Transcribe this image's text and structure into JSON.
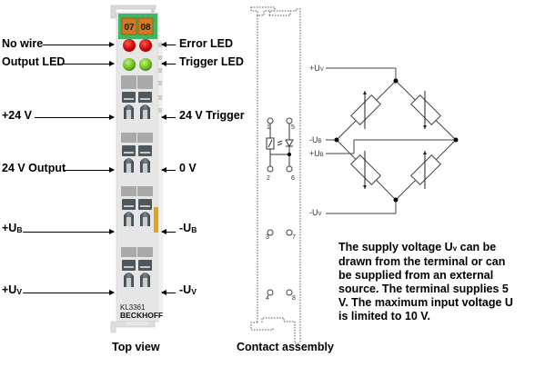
{
  "terminal": {
    "model": "KL3361",
    "brand": "BECKHOFF",
    "channel_labels": [
      "07",
      "08"
    ],
    "leds": {
      "top_row_color": "#d40d0d",
      "bottom_row_color": "#6fc31e"
    },
    "accent_color": "#e8a313",
    "header_color": "#3fb663",
    "label_block_color": "#d8781b"
  },
  "left_labels": [
    {
      "text": "No wire",
      "sub": ""
    },
    {
      "text": "Output LED",
      "sub": ""
    },
    {
      "text": "+24 V",
      "sub": ""
    },
    {
      "text": "24 V Output",
      "sub": ""
    },
    {
      "text": "+U",
      "sub": "B"
    },
    {
      "text": "+U",
      "sub": "V"
    }
  ],
  "right_labels": [
    {
      "text": "Error LED",
      "sub": ""
    },
    {
      "text": "Trigger LED",
      "sub": ""
    },
    {
      "text": "24 V Trigger",
      "sub": ""
    },
    {
      "text": "0 V",
      "sub": ""
    },
    {
      "text": "-U",
      "sub": "B"
    },
    {
      "text": "-U",
      "sub": "V"
    }
  ],
  "captions": {
    "top_view": "Top view",
    "contact_assembly": "Contact assembly"
  },
  "contact_pins": [
    "1",
    "2",
    "3",
    "4",
    "5",
    "6",
    "7",
    "8"
  ],
  "bridge_labels": {
    "plus_uv": "+U",
    "plus_uv_sub": "V",
    "minus_ub": "-U",
    "minus_ub_sub": "B",
    "plus_ub": "+U",
    "plus_ub_sub": "B",
    "minus_uv": "-U",
    "minus_uv_sub": "V"
  },
  "note": {
    "part1": "The supply voltage U",
    "sub": "v",
    "part2": " can be drawn from the terminal or can be supplied from an external source. The terminal supplies 5 V. The maximum input voltage U is limited to 10 V."
  }
}
